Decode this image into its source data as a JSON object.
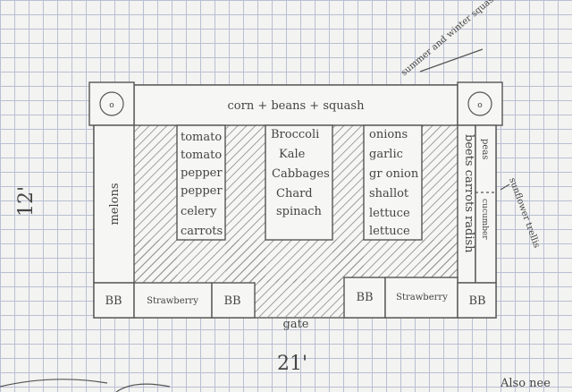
{
  "plan": {
    "top_bed": "corn + beans + squash",
    "corner_markers": [
      "o",
      "o"
    ],
    "side_note": "summer and winter squash",
    "melons": "melons",
    "width": "21'",
    "height": "12'",
    "gate": "gate",
    "bottom_left": [
      "BB",
      "Strawberry",
      "BB"
    ],
    "bottom_right": [
      "BB",
      "Strawberry",
      "BB"
    ],
    "bed1": [
      "tomato",
      "tomato",
      "pepper",
      "pepper",
      "celery",
      "carrots"
    ],
    "bed2": [
      "Broccoli",
      "Kale",
      "Cabbages",
      "Chard",
      "spinach"
    ],
    "bed3": [
      "onions",
      "garlic",
      "gr onion",
      "shallot",
      "lettuce",
      "lettuce"
    ],
    "right_col1": "beets carrots radish",
    "right_col2": "peas",
    "right_col2b": "cucumber",
    "right_note": "sunflower trellis",
    "also_note": "Also nee"
  }
}
